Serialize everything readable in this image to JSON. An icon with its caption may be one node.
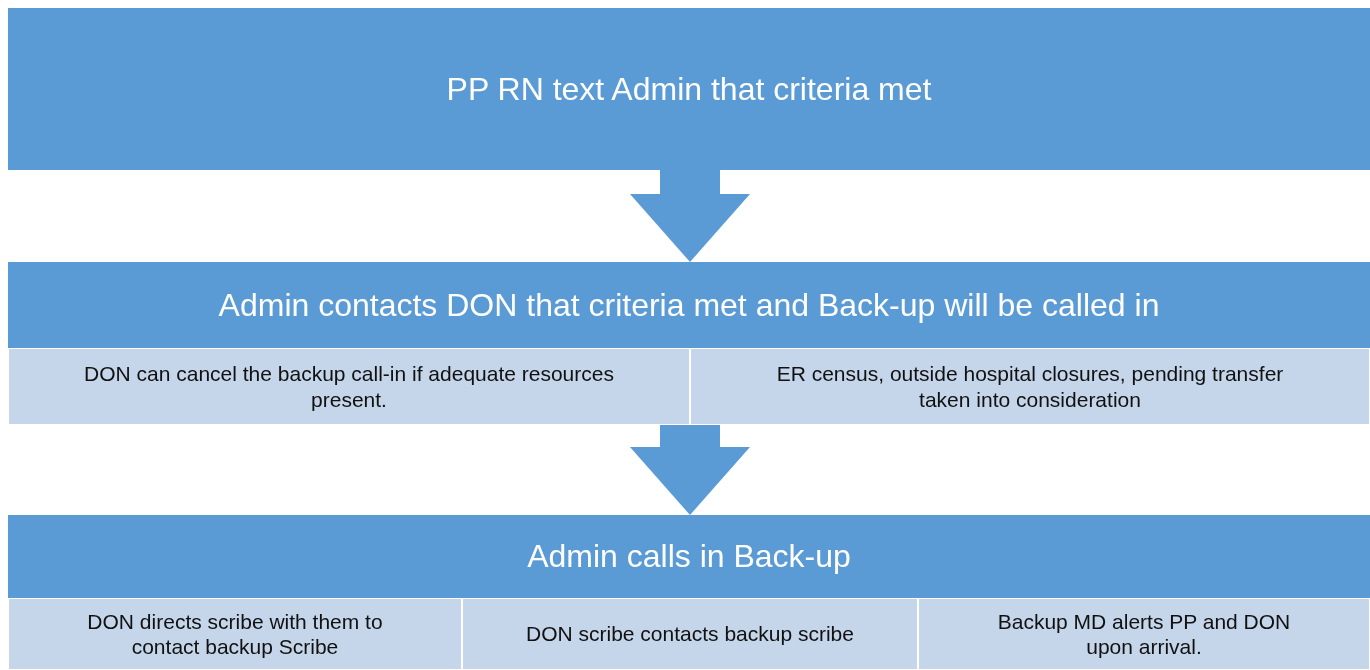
{
  "diagram": {
    "nodes": [
      {
        "text": [
          "PP RN text Admin that criteria met"
        ]
      },
      {
        "text": [
          "Admin contacts DON that criteria met and Back-up will be called in"
        ]
      },
      {
        "text": [
          "DON can cancel the backup call-in if adequate resources present."
        ],
        "in": 1
      },
      {
        "text": [
          "ER census, outside hospital closures, pending transfer taken into consideration"
        ],
        "in": 1
      },
      {
        "text": [
          "Admin calls in Back-up"
        ]
      },
      {
        "text": [
          "DON directs scribe with them to contact backup Scribe"
        ],
        "in": 4
      },
      {
        "text": [
          "DON scribe contacts backup scribe"
        ],
        "in": 4
      },
      {
        "text": [
          "Backup MD alerts PP and DON upon arrival."
        ],
        "in": 4
      }
    ],
    "edges": [
      {
        "from": 0,
        "to": 1,
        "arrow": "to"
      },
      {
        "from": 1,
        "to": 4,
        "arrow": "to"
      }
    ]
  }
}
